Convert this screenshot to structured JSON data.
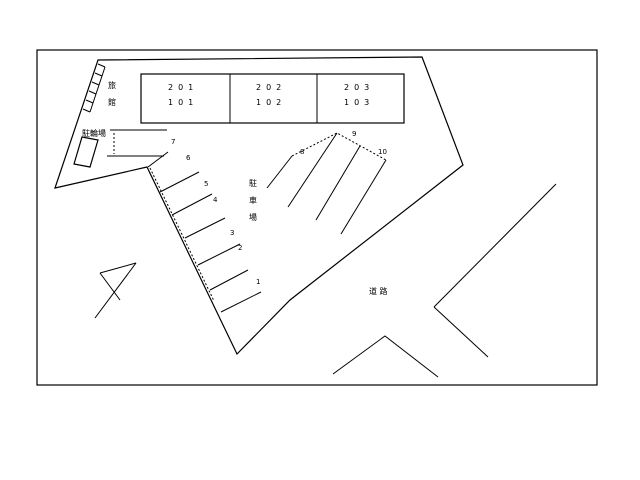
{
  "building": {
    "side_label_top": "旅",
    "side_label_bottom": "館",
    "units": [
      {
        "upper": "201",
        "lower": "101"
      },
      {
        "upper": "202",
        "lower": "102"
      },
      {
        "upper": "203",
        "lower": "103"
      }
    ]
  },
  "bicycle_lot_label": "駐輪場",
  "parking_lot_label": [
    "駐",
    "車",
    "場"
  ],
  "road_label": "道 路",
  "space_numbers": [
    "1",
    "2",
    "3",
    "4",
    "5",
    "6",
    "7",
    "8",
    "9",
    "10"
  ],
  "north_arrow": "north-arrow-icon"
}
